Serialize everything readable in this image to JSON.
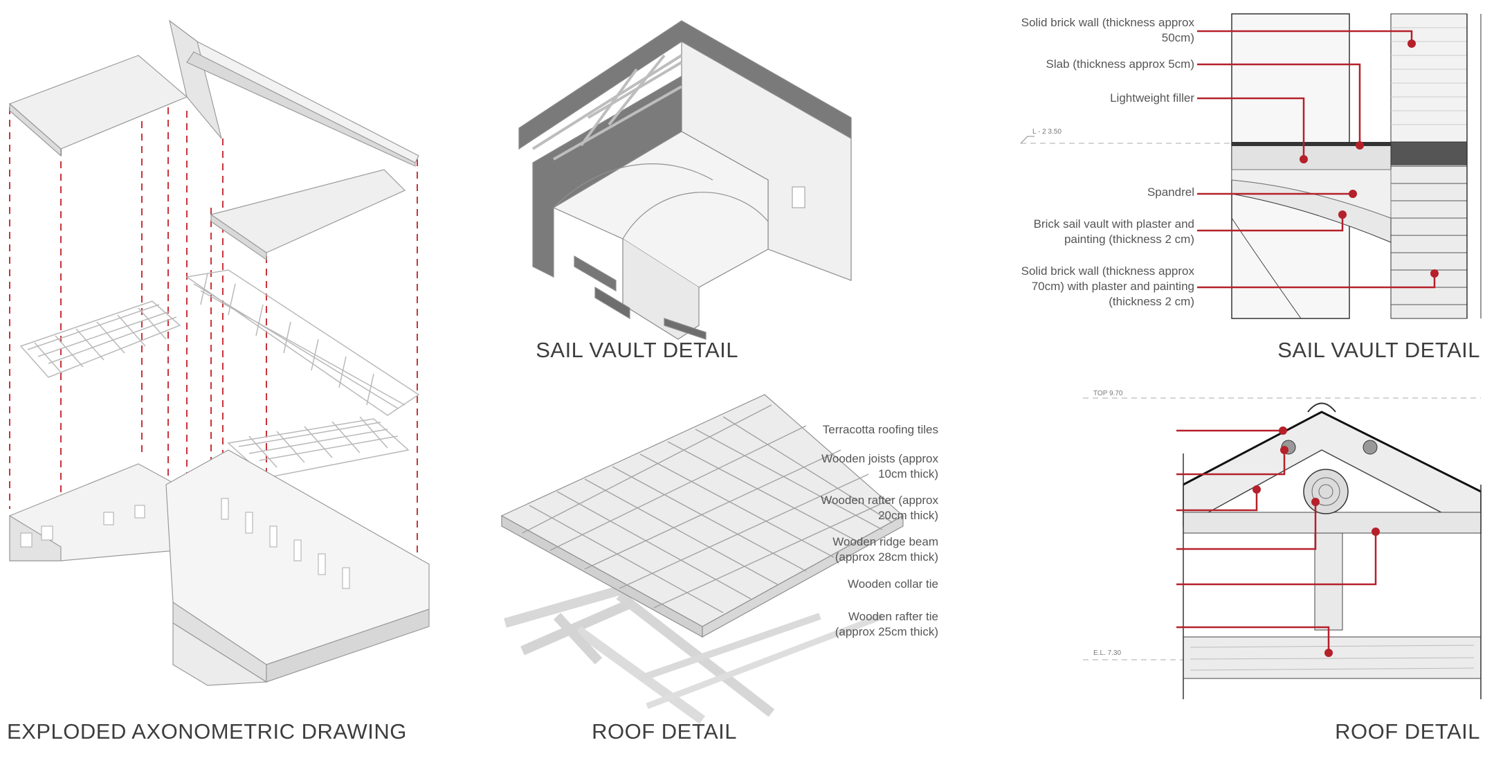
{
  "captions": {
    "exploded": "EXPLODED AXONOMETRIC DRAWING",
    "sail_vault_3d": "SAIL VAULT DETAIL",
    "roof_3d": "ROOF DETAIL",
    "sail_vault_section": "SAIL VAULT DETAIL",
    "roof_section": "ROOF DETAIL"
  },
  "sail_vault_section": {
    "level_tag": "L - 2  3.50",
    "labels": [
      [
        "Solid brick wall (thickness approx",
        "50cm)"
      ],
      [
        "Slab (thickness approx 5cm)"
      ],
      [
        "Lightweight filler"
      ],
      [
        "Spandrel"
      ],
      [
        "Brick sail vault with plaster and",
        "painting (thickness 2 cm)"
      ],
      [
        "Solid brick wall (thickness approx",
        "70cm) with plaster and painting",
        "(thickness 2 cm)"
      ]
    ]
  },
  "roof_section": {
    "top_tag": "TOP  9.70",
    "el_tag": "E.L.  7.30",
    "labels": [
      [
        "Terracotta roofing tiles"
      ],
      [
        "Wooden joists (approx",
        "10cm thick)"
      ],
      [
        "Wooden rafter (approx",
        "20cm thick)"
      ],
      [
        "Wooden ridge beam",
        "(approx 28cm thick)"
      ],
      [
        "Wooden collar tie"
      ],
      [
        "Wooden rafter tie",
        "(approx 25cm thick)"
      ]
    ]
  },
  "colors": {
    "leader": "#b5202a",
    "line": "#2a2a2a",
    "fill_light": "#ececec",
    "fill_mid": "#d6d6d6",
    "fill_dark": "#7a7a7a"
  }
}
